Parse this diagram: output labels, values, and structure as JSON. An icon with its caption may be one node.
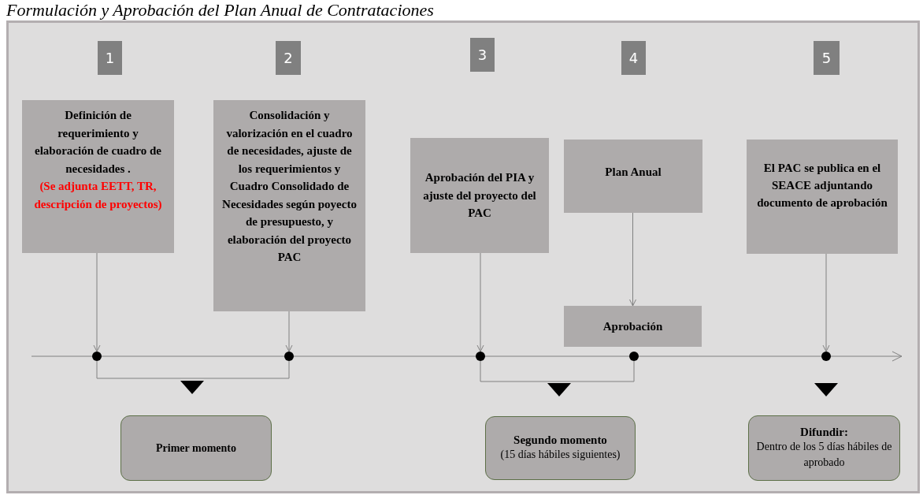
{
  "diagram": {
    "title": "Formulación y Aprobación del Plan Anual de Contrataciones",
    "nodes": [
      {
        "text": [
          "1"
        ]
      },
      {
        "text": [
          "2"
        ]
      },
      {
        "text": [
          "3"
        ]
      },
      {
        "text": [
          "4"
        ]
      },
      {
        "text": [
          "5"
        ]
      },
      {
        "text": [
          "Definición de requerimiento y elaboración de cuadro de necesidades .",
          "(Se adjunta EETT, TR, descripción de proyectos)"
        ]
      },
      {
        "text": [
          "Consolidación y valorización en el cuadro de necesidades, ajuste de los requerimientos y Cuadro Consolidado de Necesidades según poyecto de presupuesto, y elaboración del proyecto PAC"
        ]
      },
      {
        "text": [
          "Aprobación del PIA y ajuste del proyecto del PAC"
        ]
      },
      {
        "text": [
          "Plan Anual"
        ]
      },
      {
        "text": [
          "Aprobación"
        ]
      },
      {
        "text": [
          "El PAC se publica en el SEACE adjuntando documento de aprobación"
        ]
      },
      {
        "text": [],
        "shape": "circle"
      },
      {
        "text": [],
        "shape": "circle"
      },
      {
        "text": [],
        "shape": "circle"
      },
      {
        "text": [],
        "shape": "circle"
      },
      {
        "text": [],
        "shape": "circle"
      },
      {
        "text": [
          "Primer momento"
        ]
      },
      {
        "text": [
          "Segundo momento",
          "(15 días hábiles siguientes)"
        ]
      },
      {
        "text": [
          "Difundir:",
          "Dentro de los 5 días hábiles de aprobado"
        ]
      }
    ],
    "edges": [
      {
        "from": 5,
        "to": 11,
        "arrow": "to"
      },
      {
        "from": 6,
        "to": 12,
        "arrow": "to"
      },
      {
        "from": 7,
        "to": 13,
        "arrow": "to"
      },
      {
        "from": 8,
        "to": 9,
        "arrow": "to"
      },
      {
        "from": 10,
        "to": 15,
        "arrow": "to"
      },
      {
        "from": 11,
        "to": 12,
        "arrow": "none"
      },
      {
        "from": 13,
        "to": 14,
        "arrow": "none"
      }
    ]
  }
}
